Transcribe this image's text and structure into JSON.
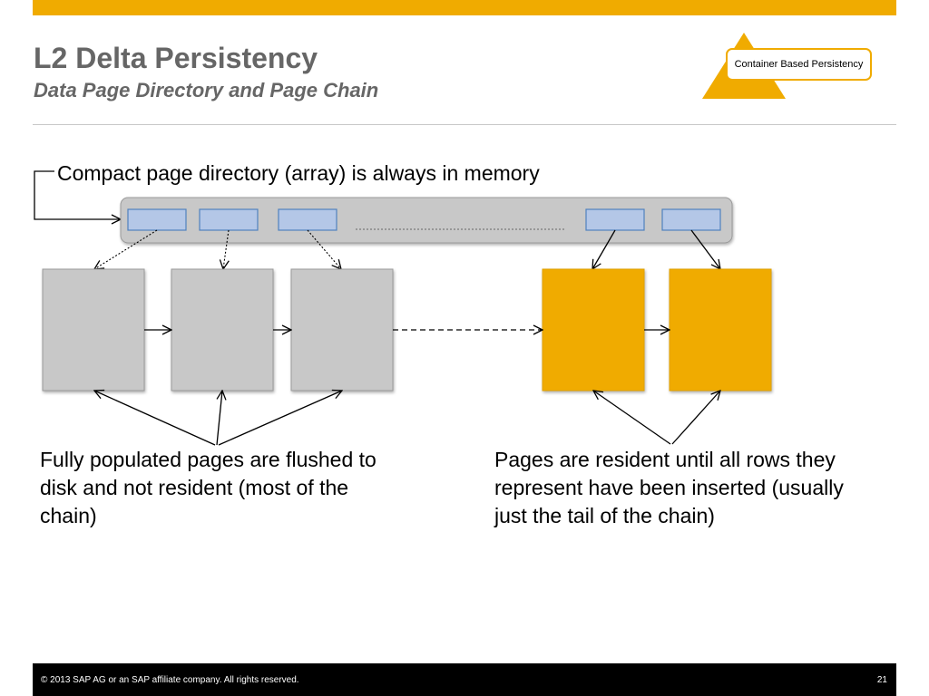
{
  "header": {
    "title": "L2 Delta Persistency",
    "subtitle": "Data Page Directory and Page Chain",
    "badge_label": "Container Based Persistency"
  },
  "diagram": {
    "directory_caption": "Compact page directory (array) is always in memory",
    "flushed_caption": "Fully populated pages are flushed to disk and not resident (most of the chain)",
    "resident_caption": "Pages are resident until all rows they represent have been inserted (usually just the tail of the chain)",
    "directory_slot_count": 5,
    "flushed_page_count": 3,
    "resident_page_count": 2
  },
  "colors": {
    "accent": "#f0ab00",
    "title_text": "#666666",
    "flushed_page": "#c8c8c8",
    "directory_slot": "#b4c7e7",
    "directory_slot_border": "#4f81bd",
    "directory_bar": "#c8c8c8"
  },
  "footer": {
    "copyright": "©  2013 SAP AG or an SAP affiliate company. All rights reserved.",
    "page_number": "21"
  }
}
